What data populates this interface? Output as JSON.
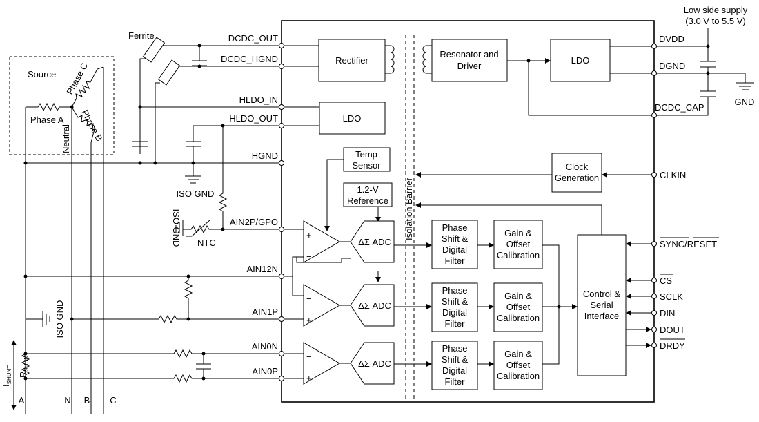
{
  "supply": {
    "line1": "Low side supply",
    "line2": "(3.0 V to 5.5 V)"
  },
  "gnd_label": "GND",
  "source": {
    "title": "Source",
    "phase_a": "Phase A",
    "phase_b": "Phase B",
    "phase_c": "Phase C",
    "neutral": "Neutral"
  },
  "ferrite": "Ferrite",
  "iso_gnd": "ISO GND",
  "ntc": "NTC",
  "i_shunt": "I",
  "i_shunt_sub": "SHUNT",
  "r_shunt": "R",
  "r_shunt_sub": "SHUNT",
  "phase_letters": [
    "A",
    "N",
    "B",
    "C"
  ],
  "pins_left": {
    "dcdc_out": "DCDC_OUT",
    "dcdc_hgnd": "DCDC_HGND",
    "hldo_in": "HLDO_IN",
    "hldo_out": "HLDO_OUT",
    "hgnd": "HGND",
    "ain2p": "AIN2P/GPO",
    "ain12n": "AIN12N",
    "ain1p": "AIN1P",
    "ain0n": "AIN0N",
    "ain0p": "AIN0P"
  },
  "pins_right": {
    "dvdd": "DVDD",
    "dgnd": "DGND",
    "dcdc_cap": "DCDC_CAP",
    "clkin": "CLKIN",
    "sync_reset": "SYNC/RESET",
    "cs": "CS",
    "sclk": "SCLK",
    "din": "DIN",
    "dout": "DOUT",
    "drdy": "DRDY"
  },
  "blocks": {
    "rectifier": "Rectifier",
    "resonator_1": "Resonator and",
    "resonator_2": "Driver",
    "ldo": "LDO",
    "temp_1": "Temp",
    "temp_2": "Sensor",
    "ref_1": "1.2-V",
    "ref_2": "Reference",
    "adc": "ΔΣ ADC",
    "isolation": "Isolation Barrier",
    "clock_1": "Clock",
    "clock_2": "Generation",
    "phase_1": "Phase",
    "phase_2": "Shift &",
    "phase_3": "Digital",
    "phase_4": "Filter",
    "gain_1": "Gain &",
    "gain_2": "Offset",
    "gain_3": "Calibration",
    "control_1": "Control &",
    "control_2": "Serial",
    "control_3": "Interface"
  },
  "amp_plus": "+",
  "amp_minus": "−"
}
